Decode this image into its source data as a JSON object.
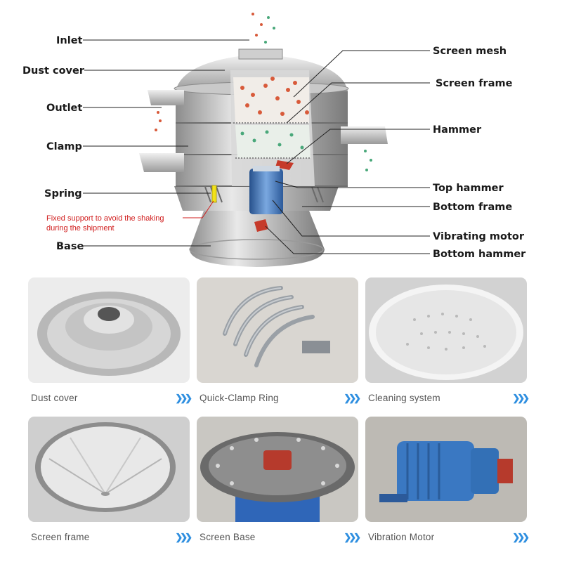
{
  "labels": {
    "inlet": "Inlet",
    "dust_cover": "Dust cover",
    "outlet": "Outlet",
    "clamp": "Clamp",
    "spring": "Spring",
    "base": "Base",
    "screen_mesh": "Screen mesh",
    "screen_frame": "Screen frame",
    "hammer": "Hammer",
    "top_hammer": "Top hammer",
    "bottom_frame": "Bottom frame",
    "vibrating_motor": "Vibrating motor",
    "bottom_hammer": "Bottom hammer"
  },
  "note": {
    "line1": "Fixed support to avoid the shaking",
    "line2": "during the shipment"
  },
  "cards": [
    {
      "caption": "Dust cover",
      "arrow": "❯❯❯"
    },
    {
      "caption": "Quick-Clamp Ring",
      "arrow": "❯❯❯"
    },
    {
      "caption": "Cleaning system",
      "arrow": "❯❯❯"
    },
    {
      "caption": "Screen frame",
      "arrow": "❯❯❯"
    },
    {
      "caption": "Screen Base",
      "arrow": "❯❯❯"
    },
    {
      "caption": "Vibration Motor",
      "arrow": "❯❯❯"
    }
  ],
  "colors": {
    "accent_arrow": "#2f8fe0",
    "note_red": "#d01c1c",
    "support_yellow": "#f2e21a",
    "motor_blue": "#3a78c2"
  }
}
